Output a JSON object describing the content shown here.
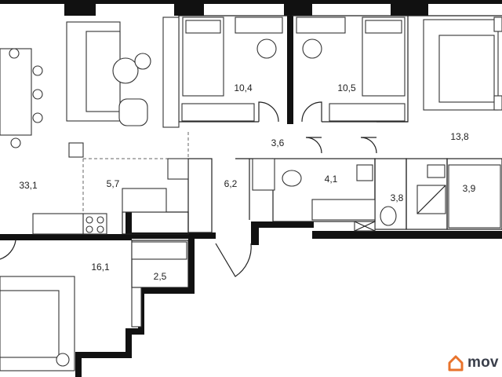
{
  "rooms": {
    "living": "33,1",
    "kitchen": "5,7",
    "corridor": "6,2",
    "bedroom_a": "10,4",
    "bedroom_b": "10,5",
    "hall_small": "3,6",
    "bathroom": "4,1",
    "master": "13,8",
    "wc": "3,8",
    "shower": "3,9",
    "bedroom_c": "16,1",
    "closet": "2,5"
  },
  "watermark": {
    "text": "mov",
    "color": "#e8732c"
  }
}
